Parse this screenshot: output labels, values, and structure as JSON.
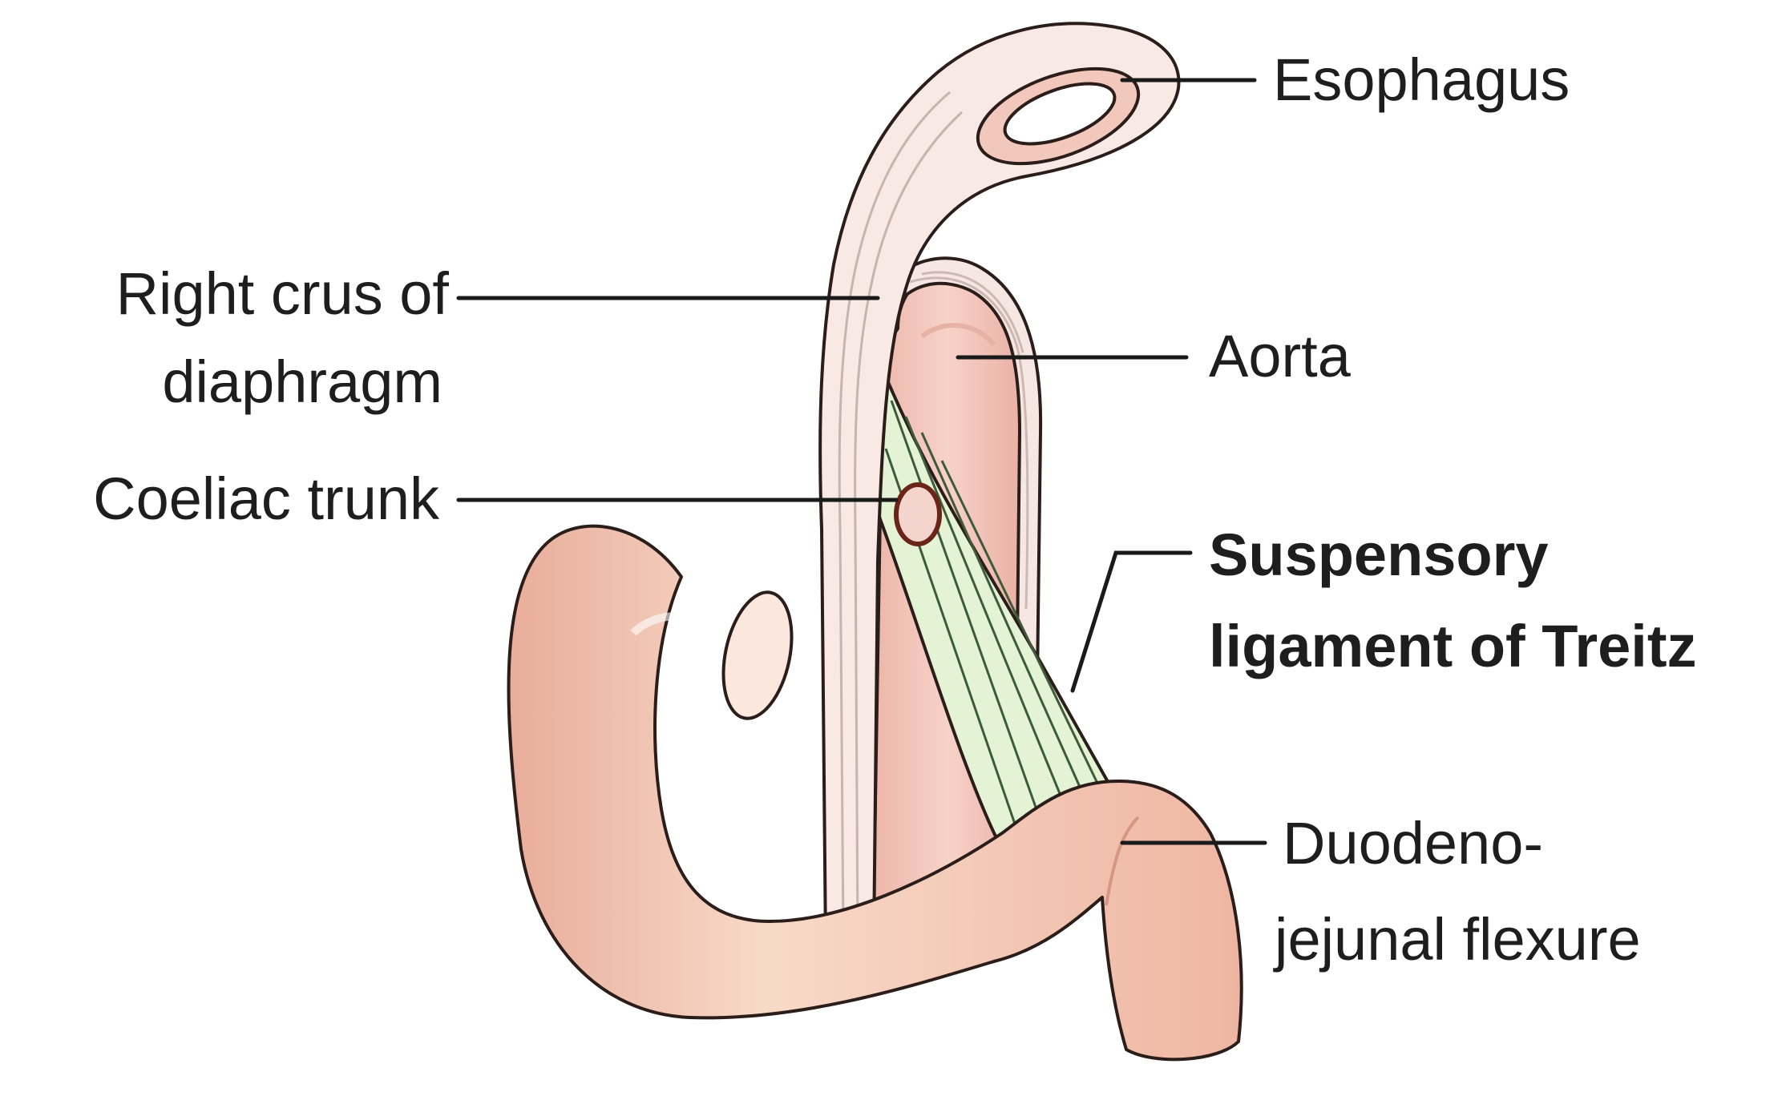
{
  "labels": {
    "esophagus": "Esophagus",
    "right_crus_line1": "Right crus of",
    "right_crus_line2": "diaphragm",
    "aorta": "Aorta",
    "coeliac_trunk": "Coeliac trunk",
    "ligament_line1": "Suspensory",
    "ligament_line2": "ligament of Treitz",
    "dj_line1": "Duodeno-",
    "dj_line2": "jejunal flexure"
  },
  "colors": {
    "tissue_light": "#f6e3dd",
    "aorta_pink": "#f3c6bc",
    "duodenum": "#f6cbb7",
    "ligament_green": "#e2f2d2",
    "outline": "#2a1d1a",
    "coeliac_ring": "#6a2418"
  }
}
